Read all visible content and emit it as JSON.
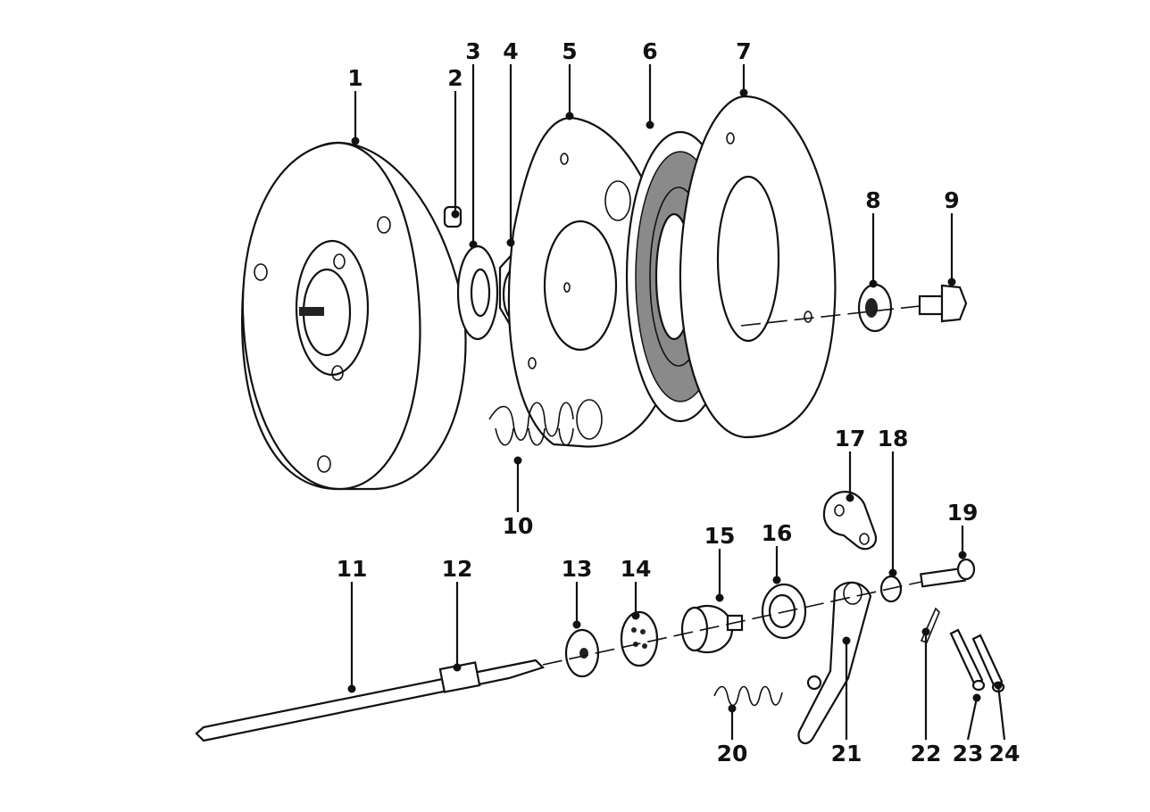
{
  "diagram": {
    "labels": [
      "1",
      "2",
      "3",
      "4",
      "5",
      "6",
      "7",
      "8",
      "9",
      "10",
      "11",
      "12",
      "13",
      "14",
      "15",
      "16",
      "17",
      "18",
      "19",
      "20",
      "21",
      "22",
      "23",
      "24"
    ],
    "colors": {
      "ink": "#111111",
      "paper": "#ffffff"
    }
  }
}
